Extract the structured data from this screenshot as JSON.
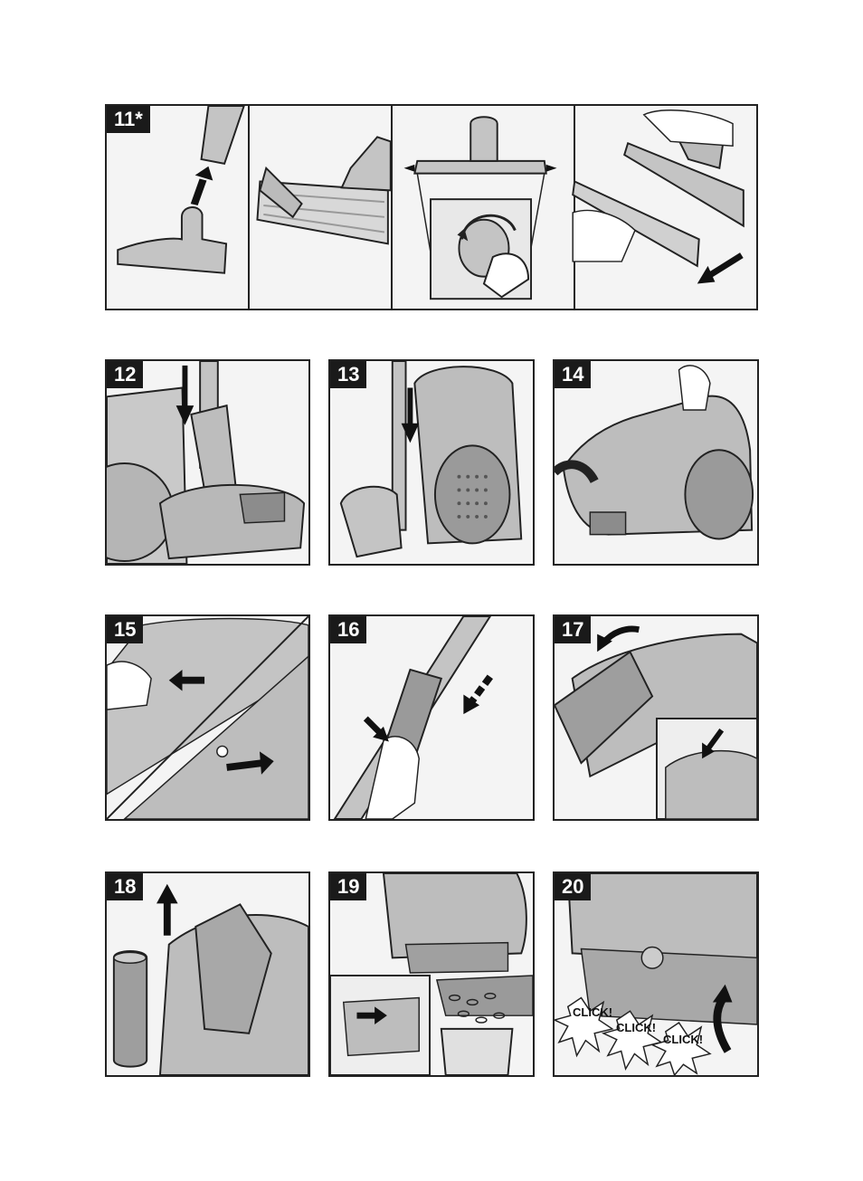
{
  "panels": {
    "p11": {
      "label": "11*"
    },
    "p12": {
      "label": "12"
    },
    "p13": {
      "label": "13"
    },
    "p14": {
      "label": "14"
    },
    "p15": {
      "label": "15"
    },
    "p16": {
      "label": "16"
    },
    "p17": {
      "label": "17"
    },
    "p18": {
      "label": "18"
    },
    "p19": {
      "label": "19"
    },
    "p20": {
      "label": "20",
      "click_texts": [
        "CLICK!",
        "CLICK!",
        "CLICK!"
      ]
    }
  },
  "colors": {
    "frame": "#222222",
    "device": "#bdbdbd",
    "device_dark": "#8c8c8c",
    "arrow": "#111111"
  }
}
